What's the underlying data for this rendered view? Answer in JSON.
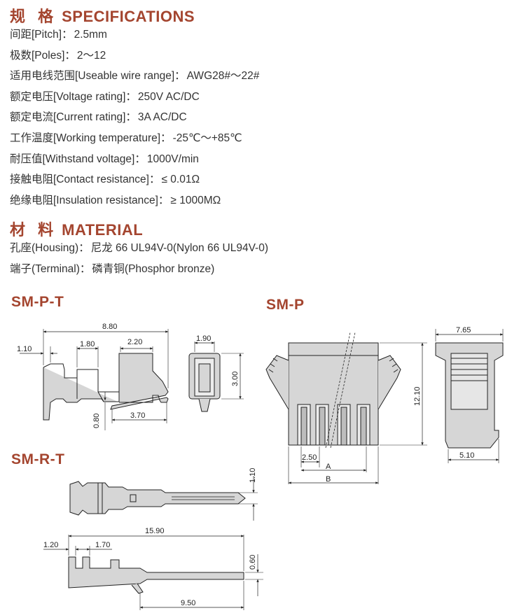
{
  "specifications": {
    "heading_cn": "规 格",
    "heading_en": "SPECIFICATIONS",
    "items": [
      {
        "label": "间距[Pitch]：",
        "value": "2.5mm"
      },
      {
        "label": "极数[Poles]：",
        "value": "2～12"
      },
      {
        "label": "适用电线范围[Useable wire range]：",
        "value": "AWG28#～22#"
      },
      {
        "label": "额定电压[Voltage rating]：",
        "value": "250V AC/DC"
      },
      {
        "label": "额定电流[Current rating]：",
        "value": "3A AC/DC"
      },
      {
        "label": "工作温度[Working temperature]：",
        "value": "-25℃～+85℃"
      },
      {
        "label": "耐压值[Withstand voltage]：",
        "value": "1000V/min"
      },
      {
        "label": "接触电阻[Contact resistance]：",
        "value": "≤ 0.01Ω"
      },
      {
        "label": "绝缘电阻[Insulation resistance]：",
        "value": "≥ 1000MΩ"
      }
    ]
  },
  "material": {
    "heading_cn": "材 料",
    "heading_en": "MATERIAL",
    "items": [
      {
        "label": "孔座(Housing)：",
        "value": "尼龙 66 UL94V-0(Nylon 66 UL94V-0)"
      },
      {
        "label": "端子(Terminal)：",
        "value": "磷青铜(Phosphor bronze)"
      }
    ]
  },
  "drawings": {
    "sm_p_t": {
      "title": "SM-P-T",
      "dims": {
        "overall": "8.80",
        "left": "1.10",
        "mid": "1.80",
        "right": "2.20",
        "bottom": "3.70",
        "height_small": "0.80",
        "front_width": "1.90",
        "front_height": "3.00"
      }
    },
    "sm_p": {
      "title": "SM-P",
      "dims": {
        "height": "12.10",
        "pitch": "2.50",
        "a": "A",
        "b": "B",
        "side_top": "7.65",
        "side_bottom": "5.10"
      }
    },
    "sm_r_t": {
      "title": "SM-R-T",
      "dims": {
        "pin_height": "1.10",
        "overall": "15.90",
        "left": "1.20",
        "mid": "1.70",
        "thick": "0.60",
        "bottom": "9.50"
      }
    }
  },
  "colors": {
    "heading": "#a4452f",
    "text": "#333333",
    "line": "#222222"
  }
}
